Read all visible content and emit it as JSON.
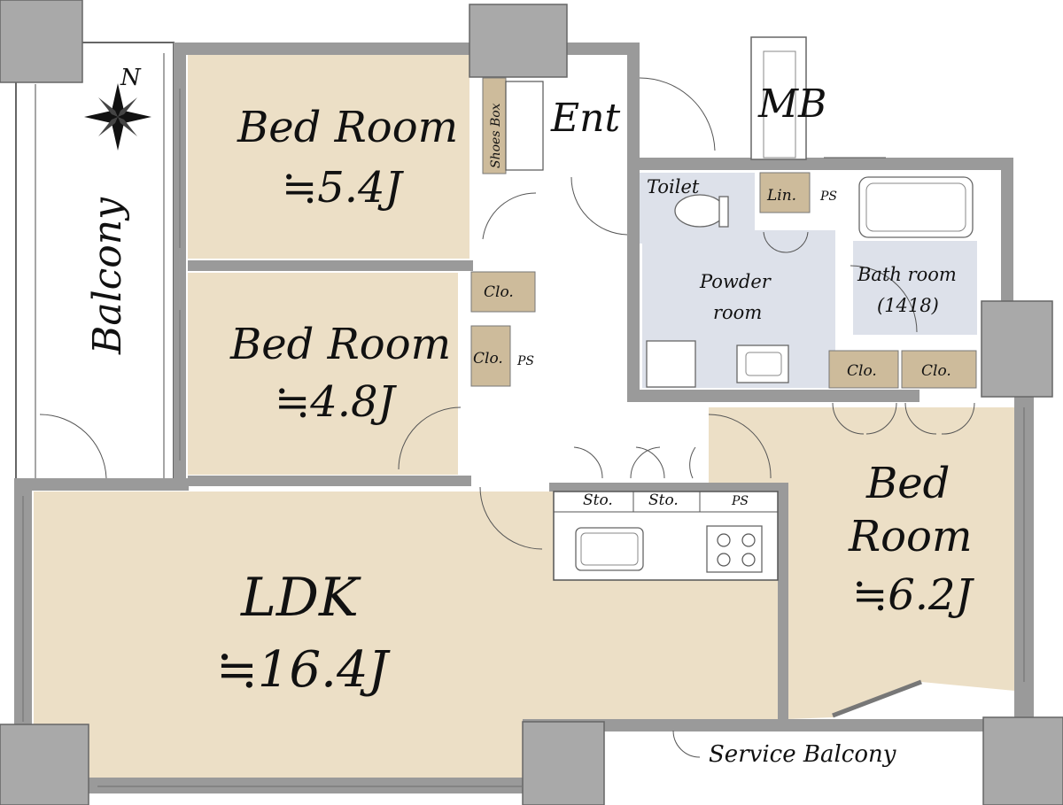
{
  "rooms": {
    "bedroom_1": {
      "name": "Bed Room",
      "size": "≒5.4J"
    },
    "bedroom_2": {
      "name": "Bed Room",
      "size": "≒4.8J"
    },
    "bedroom_3": {
      "name_line1": "Bed",
      "name_line2": "Room",
      "size": "≒6.2J"
    },
    "ldk": {
      "name": "LDK",
      "size": "≒16.4J"
    },
    "entrance": "Ent",
    "meter_box": "MB",
    "toilet": "Toilet",
    "linen": "Lin.",
    "pipe_space_1": "PS",
    "pipe_space_2": "PS",
    "pipe_space_3": "PS",
    "powder_room_line1": "Powder",
    "powder_room_line2": "room",
    "bath_room_line1": "Bath room",
    "bath_room_line2": "(1418)",
    "shoes_box": "Shoes Box",
    "closet_1": "Clo.",
    "closet_2": "Clo.",
    "closet_3": "Clo.",
    "closet_4": "Clo.",
    "storage_1": "Sto.",
    "storage_2": "Sto.",
    "balcony": "Balcony",
    "service_balcony": "Service Balcony"
  },
  "compass": {
    "label": "N"
  },
  "colors": {
    "floor_tan": "#ecdfc6",
    "wet_area": "#dde1ea",
    "closet": "#cdbb9b",
    "wall": "#9a9a9a"
  }
}
